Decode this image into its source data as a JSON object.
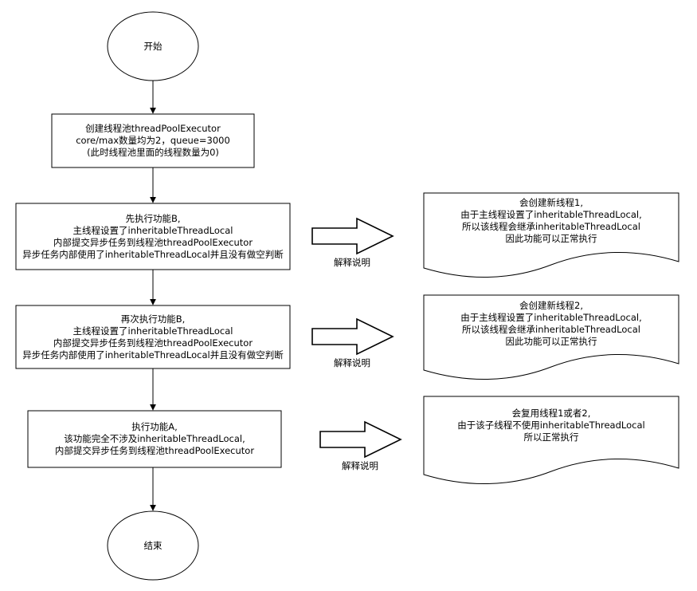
{
  "flow": {
    "start": "开始",
    "end": "结束",
    "step1": [
      "创建线程池threadPoolExecutor",
      "core/max数量均为2，queue=3000",
      "(此时线程池里面的线程数量为0)"
    ],
    "step2": [
      "先执行功能B,",
      "主线程设置了inheritableThreadLocal",
      "内部提交异步任务到线程池threadPoolExecutor",
      "异步任务内部使用了inheritableThreadLocal并且没有做空判断"
    ],
    "step3": [
      "再次执行功能B,",
      "主线程设置了inheritableThreadLocal",
      "内部提交异步任务到线程池threadPoolExecutor",
      "异步任务内部使用了inheritableThreadLocal并且没有做空判断"
    ],
    "step4": [
      "执行功能A,",
      "该功能完全不涉及inheritableThreadLocal,",
      "内部提交异步任务到线程池threadPoolExecutor"
    ]
  },
  "notes": [
    {
      "arrow_label": "解释说明",
      "lines": [
        "会创建新线程1,",
        "由于主线程设置了inheritableThreadLocal,",
        "所以该线程会继承inheritableThreadLocal",
        "因此功能可以正常执行"
      ]
    },
    {
      "arrow_label": "解释说明",
      "lines": [
        "会创建新线程2,",
        "由于主线程设置了inheritableThreadLocal,",
        "所以该线程会继承inheritableThreadLocal",
        "因此功能可以正常执行"
      ]
    },
    {
      "arrow_label": "解释说明",
      "lines": [
        "会复用线程1或者2,",
        "由于该子线程不使用inheritableThreadLocal",
        "所以正常执行"
      ]
    }
  ]
}
